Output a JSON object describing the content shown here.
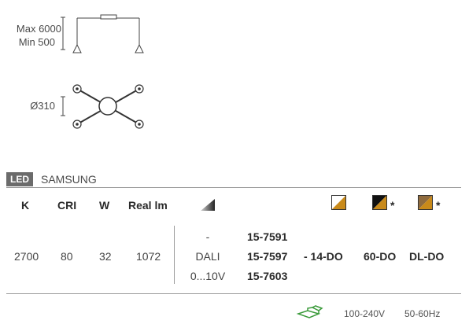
{
  "dimensions": {
    "height_max": "Max 6000",
    "height_min": "Min 500",
    "diameter": "Ø310"
  },
  "source": {
    "tag": "LED",
    "brand": "SAMSUNG"
  },
  "table": {
    "headers": [
      "K",
      "CRI",
      "W",
      "Real lm"
    ],
    "row": [
      "2700",
      "80",
      "32",
      "1072"
    ],
    "controls": [
      "-",
      "DALI",
      "0...10V"
    ],
    "codes": [
      "15-7591",
      "15-7597",
      "15-7603"
    ],
    "suffixes": [
      "- 14-DO",
      "60-DO",
      "DL-DO"
    ],
    "star": "*"
  },
  "finish_swatches": [
    {
      "name": "white-gold",
      "c1": "#ffffff",
      "c2": "#c98a1a"
    },
    {
      "name": "black-gold",
      "c1": "#111111",
      "c2": "#c98a1a"
    },
    {
      "name": "bronze-gold",
      "c1": "#8f6b3e",
      "c2": "#c98a1a"
    }
  ],
  "electrical": {
    "voltage": "100-240V",
    "frequency": "50-60Hz"
  },
  "colors": {
    "icon_green": "#3a9a3a",
    "line": "#9a9a9a"
  }
}
